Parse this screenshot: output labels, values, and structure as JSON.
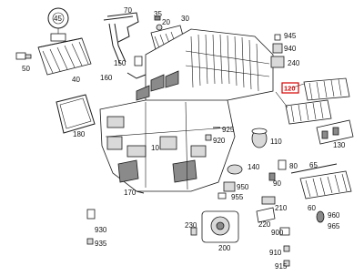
{
  "highlight_color": "#d40000",
  "labels": {
    "p45": "45",
    "p70": "70",
    "p35": "35",
    "p20": "20",
    "p30": "30",
    "p945": "945",
    "p940": "940",
    "p240": "240",
    "p150": "150",
    "p160": "160",
    "p50": "50",
    "p40": "40",
    "p120": "120",
    "p180": "180",
    "p130": "130",
    "p925": "925",
    "p920": "920",
    "p110": "110",
    "p10": "10",
    "p65": "65",
    "p140": "140",
    "p80": "80",
    "p950": "950",
    "p170": "170",
    "p955": "955",
    "p90": "90",
    "p60": "60",
    "p210": "210",
    "p960": "960",
    "p965": "965",
    "p220": "220",
    "p230": "230",
    "p200": "200",
    "p900": "900",
    "p930": "930",
    "p935": "935",
    "p910": "910",
    "p915": "915"
  }
}
